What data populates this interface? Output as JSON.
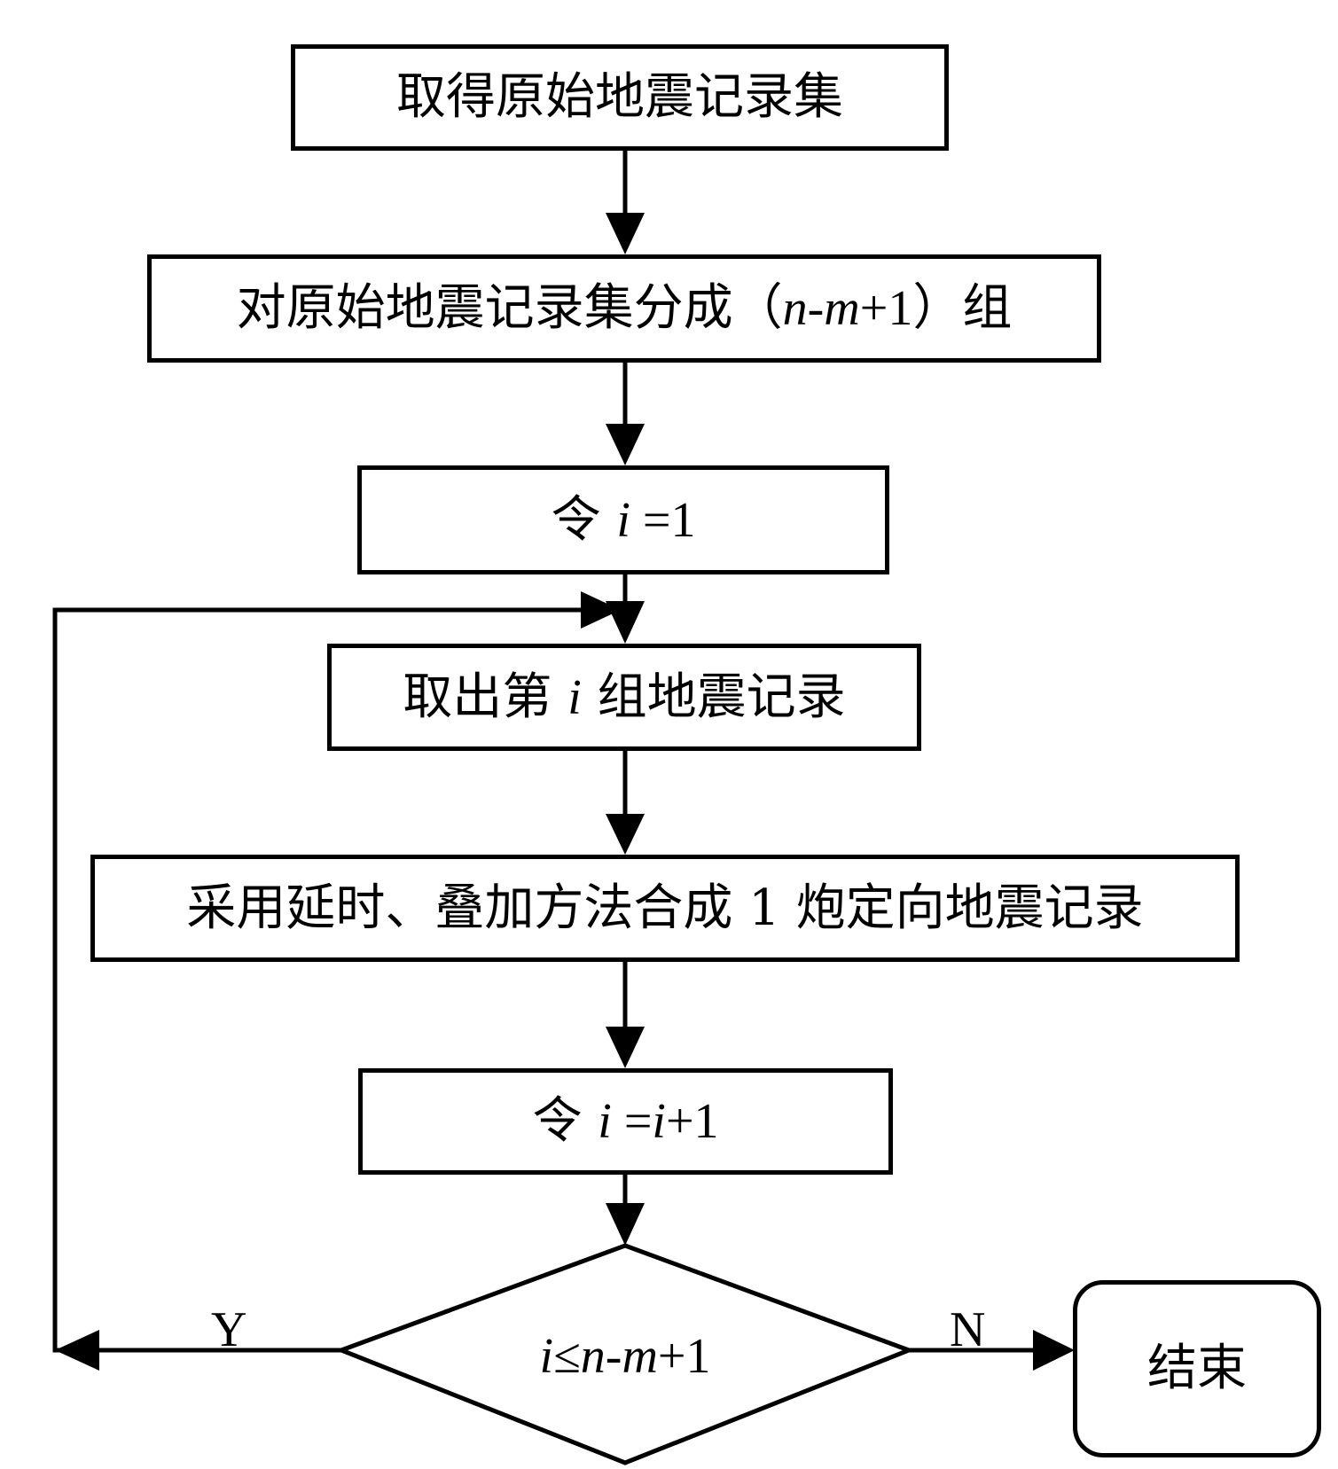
{
  "steps": {
    "step1": "取得原始地震记录集",
    "step2": {
      "prefix": "对原始地震记录集分成（",
      "n": "n",
      "dash": "-",
      "m": "m",
      "suffix": "+1）组"
    },
    "step3": {
      "prefix": "令 ",
      "i": "i",
      "suffix": " =1"
    },
    "step4": {
      "prefix": "取出第 ",
      "i": "i",
      "suffix": " 组地震记录"
    },
    "step5": "采用延时、叠加方法合成 1 炮定向地震记录",
    "step6": {
      "prefix": "令 ",
      "i": "i",
      "mid": " =",
      "i2": "i",
      "suffix": "+1"
    }
  },
  "decision": {
    "i": "i",
    "le": "≤",
    "n": "n",
    "dash": "-",
    "m": "m",
    "suffix": "+1"
  },
  "branches": {
    "yes_label": "Y",
    "no_label": "N"
  },
  "end_label": "结束"
}
